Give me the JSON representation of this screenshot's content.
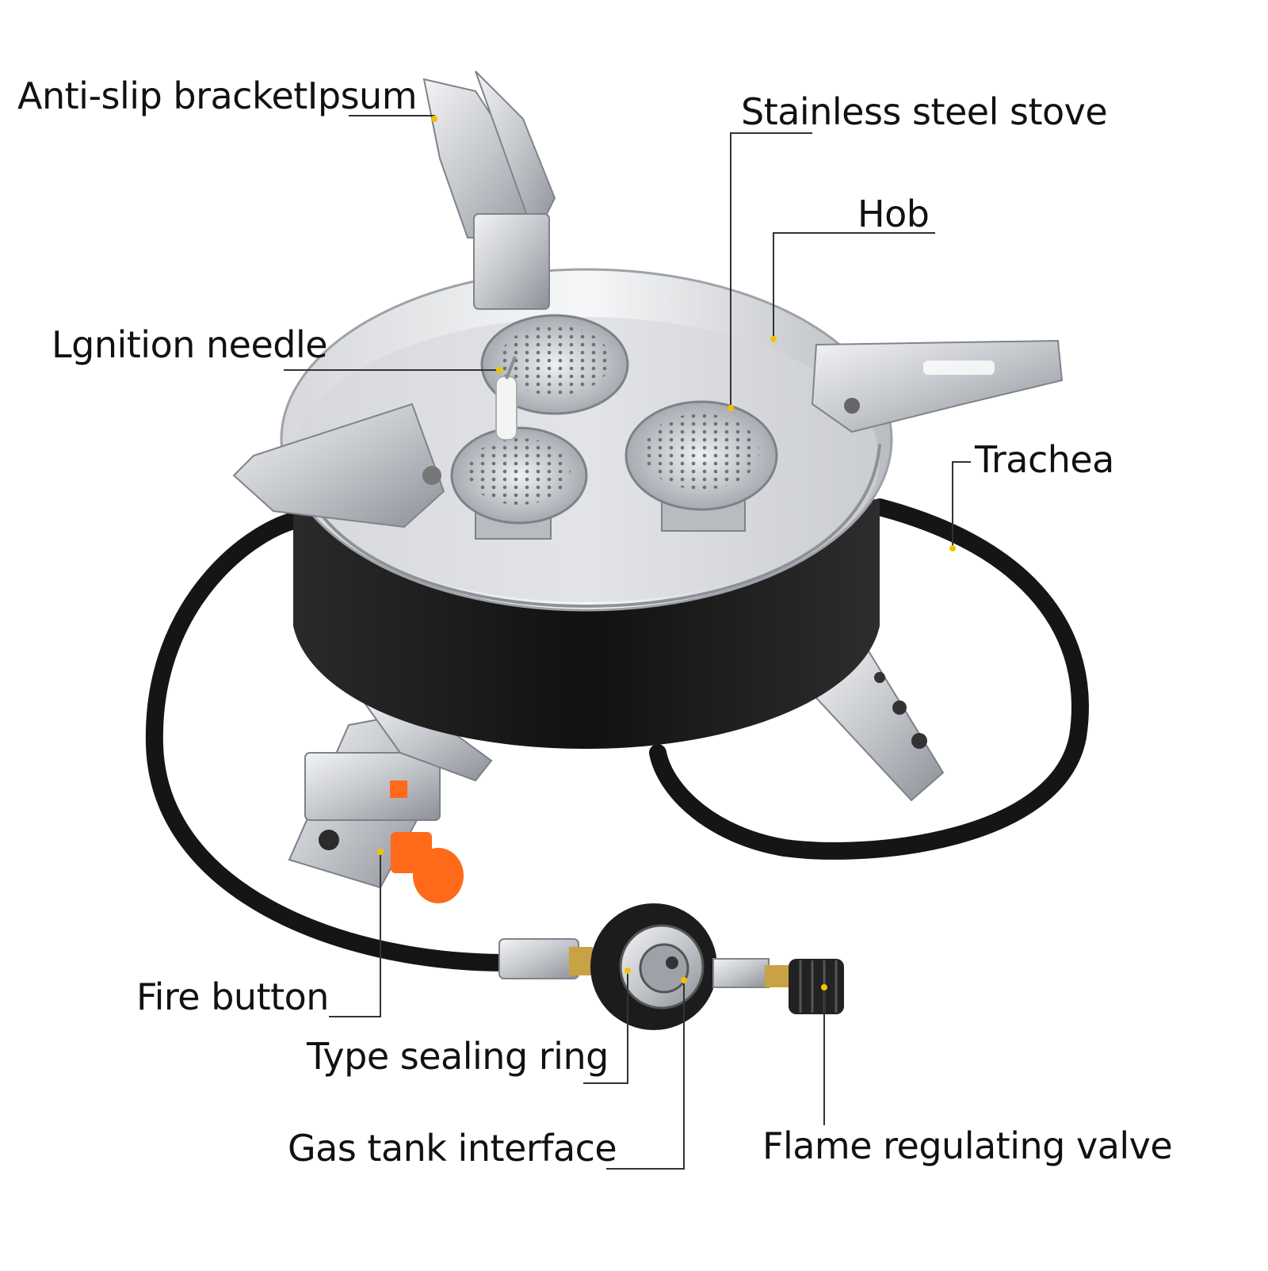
{
  "diagram": {
    "labels": {
      "anti_slip_bracket": "Anti-slip bracketIpsum",
      "stainless_steel_stove": "Stainless steel stove",
      "hob": "Hob",
      "ignition_needle": "Lgnition needle",
      "trachea": "Trachea",
      "fire_button": "Fire button",
      "type_sealing_ring": "Type sealing ring",
      "gas_tank_interface": "Gas tank interface",
      "flame_regulating_valve": "Flame regulating valve"
    },
    "colors": {
      "leader_line": "#333333",
      "marker_dot": "#f2c200",
      "steel": "#c9ccd0",
      "steel_dark": "#8a8e94",
      "body_black": "#1c1c1c",
      "hose": "#151515",
      "button_orange": "#ff6a1a",
      "brass": "#c9a245"
    }
  }
}
